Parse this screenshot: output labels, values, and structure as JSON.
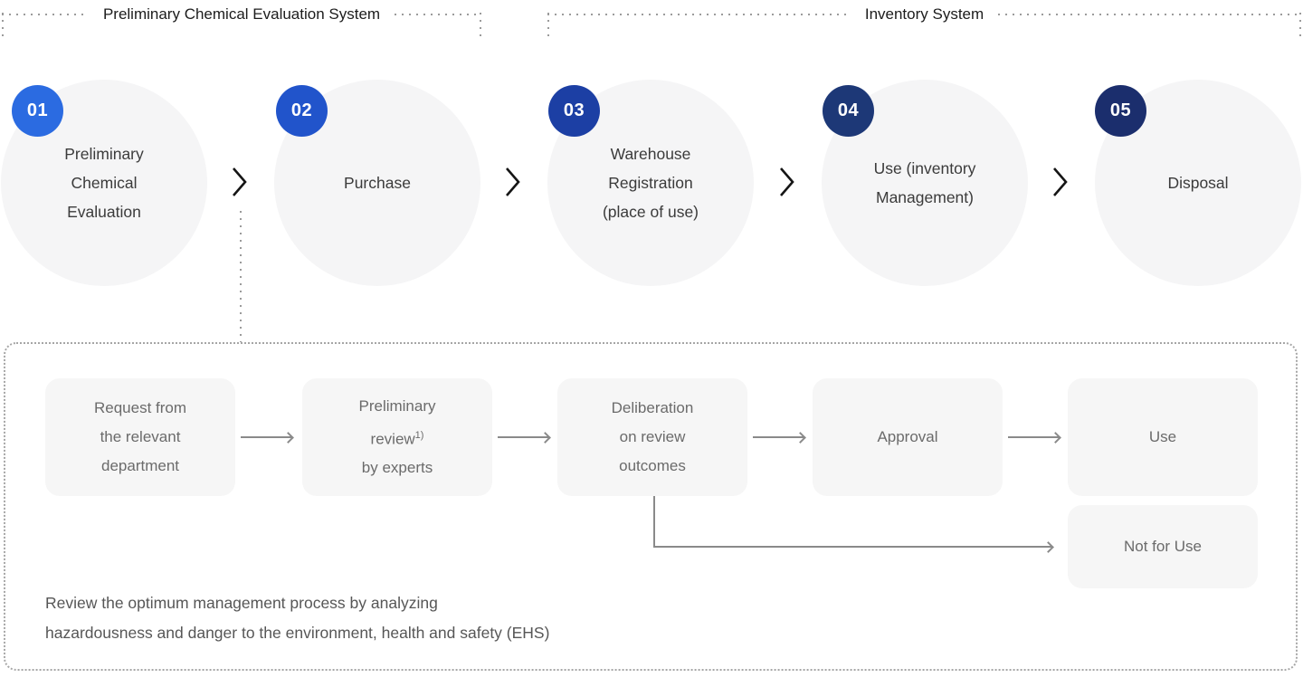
{
  "systems": [
    {
      "label": "Preliminary Chemical Evaluation System"
    },
    {
      "label": "Inventory System"
    }
  ],
  "steps": [
    {
      "number": "01",
      "badge_color": "#2B6BE1",
      "lines": [
        "Preliminary",
        "Chemical",
        "Evaluation"
      ]
    },
    {
      "number": "02",
      "badge_color": "#2154CB",
      "lines": [
        "Purchase"
      ]
    },
    {
      "number": "03",
      "badge_color": "#1C3FA4",
      "lines": [
        "Warehouse",
        "Registration",
        "(place of use)"
      ]
    },
    {
      "number": "04",
      "badge_color": "#1D3877",
      "lines": [
        "Use (inventory",
        "Management)"
      ]
    },
    {
      "number": "05",
      "badge_color": "#1B2E6D",
      "lines": [
        "Disposal"
      ]
    }
  ],
  "review_flow": {
    "boxes": [
      {
        "lines": [
          "Request from",
          "the relevant",
          "department"
        ]
      },
      {
        "lines": [
          "Preliminary",
          "review",
          "by experts"
        ],
        "superscript": "1)"
      },
      {
        "lines": [
          "Deliberation",
          "on review",
          "outcomes"
        ]
      },
      {
        "lines": [
          "Approval"
        ]
      },
      {
        "lines": [
          "Use"
        ]
      }
    ],
    "reject_box": {
      "label": "Not for Use"
    },
    "footnote_lines": [
      "Review the optimum management process by analyzing",
      "hazardousness and danger to the environment, health and safety (EHS)"
    ]
  }
}
